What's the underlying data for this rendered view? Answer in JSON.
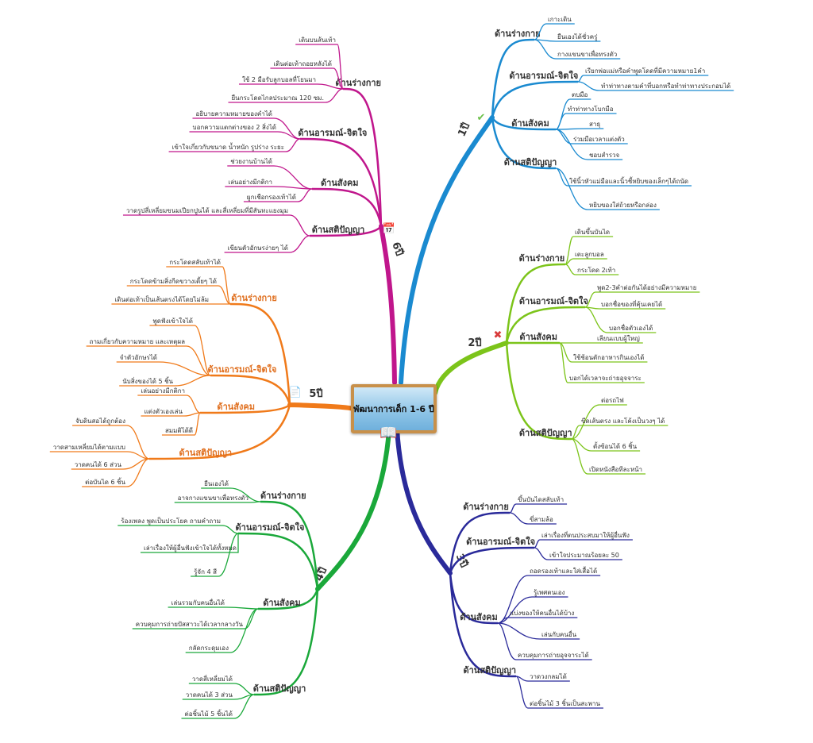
{
  "title": "พัฒนาการเด็ก 1-6 ปี",
  "branches": [
    {
      "label": "1ปี",
      "icon": "check-icon",
      "color": "#1a8ad0",
      "categories": [
        {
          "label": "ด้านร่างกาย",
          "items": [
            "เกาะเดิน",
            "ยืนเองได้ชั่วครู่",
            "กางแขนขาเพื่อทรงตัว"
          ]
        },
        {
          "label": "ด้านอารมณ์-จิตใจ",
          "items": [
            "เรียกพ่อแม่หรือคำพูดโดดที่มีความหมาย1คำ",
            "ทำท่าทางตามคำที่บอกหรือทำท่าทางประกอบได้"
          ]
        },
        {
          "label": "ด้านสังคม",
          "items": [
            "ตบมือ",
            "ทำท่าทางโบกมือ",
            "สาธุ",
            "ร่วมมือเวลาแต่งตัว",
            "ชอบสำรวจ"
          ]
        },
        {
          "label": "ด้านสติปัญญา",
          "items": [
            "ใช้นิ้วหัวแม่มือและนิ้วชี้หยิบของเล็กๆได้ถนัด",
            "หยิบของใส่ถ้วยหรือกล่อง"
          ]
        }
      ]
    },
    {
      "label": "2ปี",
      "icon": "x-mark-icon",
      "color": "#7cc41a",
      "categories": [
        {
          "label": "ด้านร่างกาย",
          "items": [
            "เดินขึ้นบันได",
            "เตะลูกบอล",
            "กระโดด 2เท้า"
          ]
        },
        {
          "label": "ด้านอารมณ์-จิตใจ",
          "items": [
            "พูด2-3คำต่อกันได้อย่างมีความหมาย",
            "บอกชื่อของที่คุ้นเคยได้",
            "บอกชื่อตัวเองได้"
          ]
        },
        {
          "label": "ด้านสังคม",
          "items": [
            "เลียนแบบผู้ใหญ่",
            "ใช้ช้อนตักอาหารกินเองได้",
            "บอกได้เวลาจะถ่ายอุจจาระ"
          ]
        },
        {
          "label": "ด้านสติปัญญา",
          "items": [
            "ต่อรถไฟ",
            "ขีดเส้นตรง และโค้งเป็นวงๆ ได้",
            "ตั้งซ้อนได้ 6 ชิ้น",
            "เปิดหนังสือทีละหน้า"
          ]
        }
      ]
    },
    {
      "label": "3ปี",
      "icon": "",
      "color": "#2a2a9a",
      "categories": [
        {
          "label": "ด้านร่างกาย",
          "items": [
            "ขึ้นบันไดสลับเท้า",
            "ขี่สามล้อ"
          ]
        },
        {
          "label": "ด้านอารมณ์-จิตใจ",
          "items": [
            "เล่าเรื่องที่ตนประสบมาให้ผู้อื่นฟัง",
            "เข้าใจประมาณร้อยละ 50"
          ]
        },
        {
          "label": "ด้านสังคม",
          "items": [
            "ถอดรองเท้าและใส่เสื้อได้",
            "รู้เพศตนเอง",
            "แบ่งของให้คนอื่นได้บ้าง",
            "เล่นกับคนอื่น",
            "ควบคุมการถ่ายอุจจาระได้"
          ]
        },
        {
          "label": "ด้านสติปัญญา",
          "items": [
            "วาดวงกลมได้",
            "ต่อชิ้นไม้ 3 ชิ้นเป็นสะพาน"
          ]
        }
      ]
    },
    {
      "label": "4ปี",
      "icon": "",
      "color": "#1aa83a",
      "categories": [
        {
          "label": "ด้านร่างกาย",
          "items": [
            "ยืนเองได้",
            "อาจกางแขนขาเพื่อทรงตัว"
          ]
        },
        {
          "label": "ด้านอารมณ์-จิตใจ",
          "items": [
            "ร้องเพลง พูดเป็นประโยค ถามคำถาม",
            "เล่าเรื่องให้ผู้อื่นฟังเข้าใจได้ทั้งหมด",
            "รู้จัก 4 สี"
          ]
        },
        {
          "label": "ด้านสังคม",
          "items": [
            "เล่นรวมกับคนอื่นได้",
            "ควบคุมการถ่ายปัสสาวะได้เวลากลางวัน",
            "กลัดกระดุมเอง"
          ]
        },
        {
          "label": "ด้านสติปัญญา",
          "items": [
            "วาดสี่เหลี่ยมได้",
            "วาดคนได้ 3 ส่วน",
            "ต่อชิ้นไม้ 5 ชิ้นได้"
          ]
        }
      ]
    },
    {
      "label": "5ปี",
      "icon": "document-icon",
      "color": "#f07a1a",
      "categories": [
        {
          "label": "ด้านร่างกาย",
          "items": [
            "กระโดดสลับเท้าได้",
            "กระโดดข้ามสิ่งกีดขวางเตี้ยๆ ได้",
            "เดินต่อเท้าเป็นเส้นตรงได้โดยไม่ล้ม"
          ]
        },
        {
          "label": "ด้านอารมณ์-จิตใจ",
          "items": [
            "พูดฟังเข้าใจได้",
            "ถามเกี่ยวกับความหมาย และเหตุผล",
            "จำตัวอักษรได้",
            "นับสิ่งของได้ 5 ชิ้น"
          ]
        },
        {
          "label": "ด้านสังคม",
          "items": [
            "เล่นอย่างมีกติกา",
            "แต่งตัวเองเล่น",
            "สมมติได้ดี"
          ]
        },
        {
          "label": "ด้านสติปัญญา",
          "items": [
            "จับดินสอได้ถูกต้อง",
            "วาดสามเหลี่ยมได้ตามแบบ",
            "วาดคนได้ 6 ส่วน",
            "ต่อบันได 6 ชิ้น"
          ]
        }
      ]
    },
    {
      "label": "6ปี",
      "icon": "calendar-icon",
      "color": "#c0168c",
      "categories": [
        {
          "label": "ด้านร่างกาย",
          "items": [
            "เดินบนส้นเท้า",
            "เดินต่อเท้าถอยหลังได้",
            "ใช้ 2 มือรับลูกบอลที่โยนมา",
            "ยืนกระโดดไกลประมาณ 120 ซม."
          ]
        },
        {
          "label": "ด้านอารมณ์-จิตใจ",
          "items": [
            "อธิบายความหมายของคำได้",
            "บอกความแตกต่างของ 2 สิ่งได้",
            "เข้าใจเกี่ยวกับขนาด น้ำหนัก รูปร่าง ระยะ"
          ]
        },
        {
          "label": "ด้านสังคม",
          "items": [
            "ช่วยงานบ้านได้",
            "เล่นอย่างมีกติกา",
            "ผูกเชือกรองเท้าได้"
          ]
        },
        {
          "label": "ด้านสติปัญญา",
          "items": [
            "วาดรูปสี่เหลี่ยมขนมเปียกปูนได้ และสี่เหลี่ยมที่มีสันทะแยงมุม",
            "เขียนตัวอักษรง่ายๆ ได้"
          ]
        }
      ]
    }
  ]
}
